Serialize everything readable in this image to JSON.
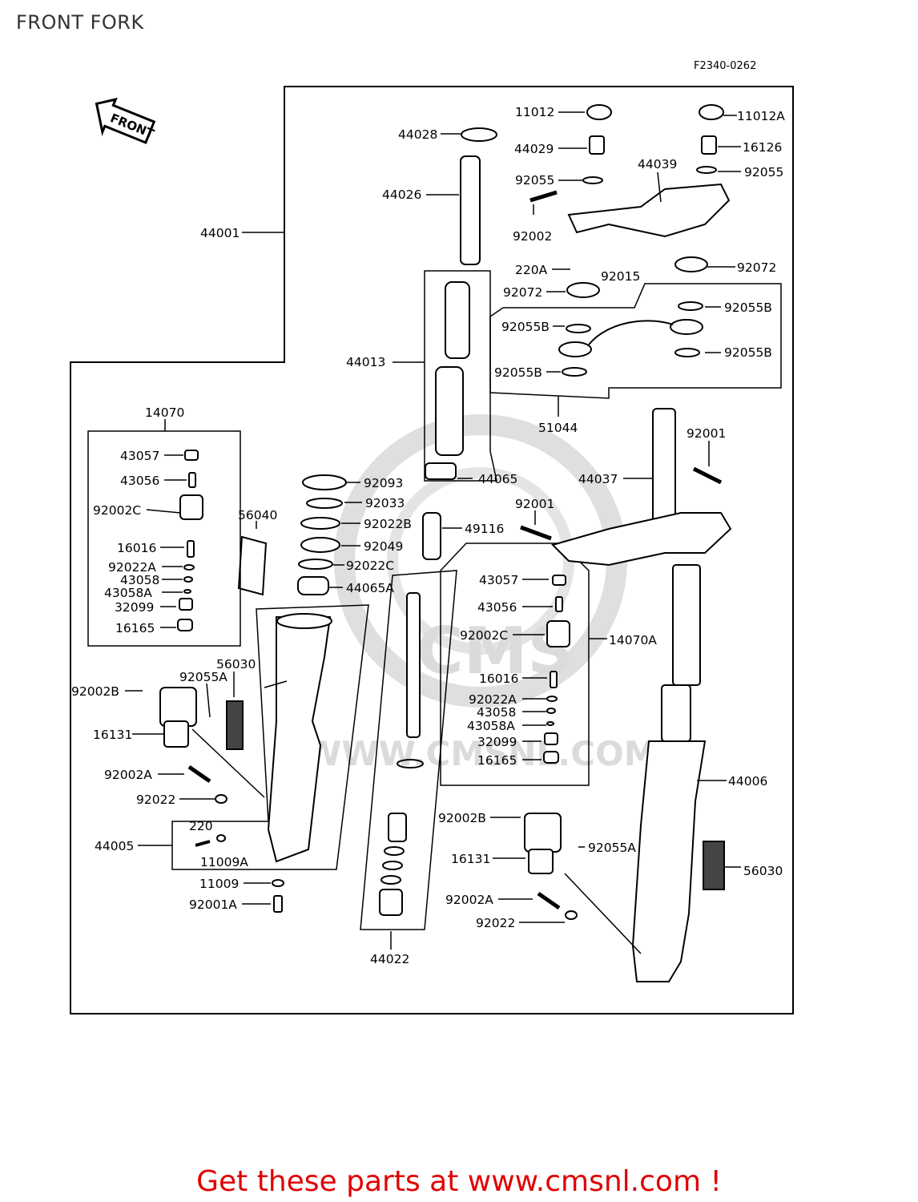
{
  "page_title": "FRONT FORK",
  "figure_code": "F2340-0262",
  "front_arrow_text": "FRONT",
  "watermark_text": "WWW.CMSNL.COM",
  "watermark_logo_text": "CMS",
  "footer_link": "Get these parts at www.cmsnl.com !",
  "labels": {
    "11012": "11012",
    "11012A": "11012A",
    "44028": "44028",
    "44029": "44029",
    "16126": "16126",
    "44039": "44039",
    "92055_l": "92055",
    "92055_r": "92055",
    "44026": "44026",
    "44001": "44001",
    "92002": "92002",
    "220A": "220A",
    "92015": "92015",
    "92072_r": "92072",
    "92072_l": "92072",
    "92055B_tr": "92055B",
    "92055B_l": "92055B",
    "92055B_mr": "92055B",
    "92055B_bl": "92055B",
    "44013": "44013",
    "51044": "51044",
    "14070": "14070",
    "92001_r": "92001",
    "43057_l": "43057",
    "43056_l": "43056",
    "92093": "92093",
    "44065": "44065",
    "44037": "44037",
    "92033": "92033",
    "92002C_l": "92002C",
    "56040": "56040",
    "92022B": "92022B",
    "49116": "49116",
    "92001_m": "92001",
    "16016_l": "16016",
    "92049": "92049",
    "92022A_l": "92022A",
    "92022C": "92022C",
    "43058_l": "43058",
    "43058A_l": "43058A",
    "44065A": "44065A",
    "43057_r": "43057",
    "32099_l": "32099",
    "16165_l": "16165",
    "43056_r": "43056",
    "92002C_r": "92002C",
    "14070A": "14070A",
    "56030_l": "56030",
    "92055A_l": "92055A",
    "92002B_l": "92002B",
    "16016_r": "16016",
    "92022A_r": "92022A",
    "43058_r": "43058",
    "43058A_r": "43058A",
    "32099_r": "32099",
    "16131_l": "16131",
    "16165_r": "16165",
    "44006": "44006",
    "92002A_l": "92002A",
    "92022_l": "92022",
    "220": "220",
    "92002B_r": "92002B",
    "44005": "44005",
    "92055A_r": "92055A",
    "11009A": "11009A",
    "16131_r": "16131",
    "56030_r": "56030",
    "11009": "11009",
    "92002A_r": "92002A",
    "92001A": "92001A",
    "92022_r": "92022",
    "44022": "44022"
  }
}
